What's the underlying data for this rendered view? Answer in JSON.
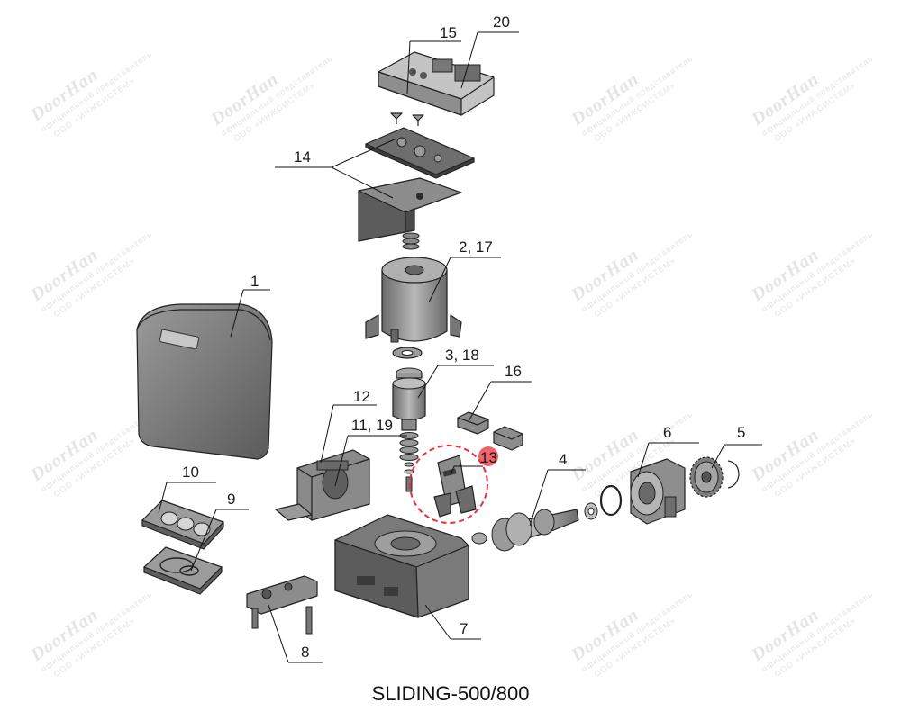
{
  "diagram": {
    "caption": "SLIDING-500/800",
    "callouts": {
      "c1": "1",
      "c2": "2, 17",
      "c3": "3, 18",
      "c4": "4",
      "c5": "5",
      "c6": "6",
      "c7": "7",
      "c8": "8",
      "c9": "9",
      "c10": "10",
      "c11": "11, 19",
      "c12": "12",
      "c13": "13",
      "c14": "14",
      "c15": "15",
      "c16": "16",
      "c20": "20"
    },
    "watermark": {
      "brand": "DoorHan",
      "line1": "официальный представитель",
      "line2": "ООО «ИНЖСИСТЕМ»"
    },
    "colors": {
      "highlight": "#e8303a",
      "part_fill": "#8a8a8a",
      "part_light": "#b5b5b5",
      "part_dark": "#5e5e5e"
    }
  }
}
